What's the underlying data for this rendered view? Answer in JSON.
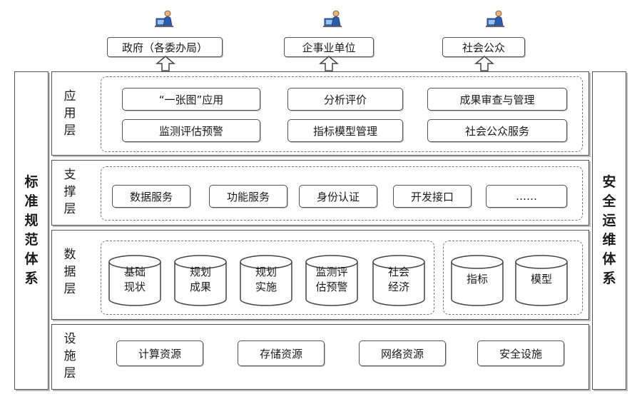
{
  "users": [
    {
      "label": "政府（各委办局）",
      "icon": "user-computer-icon"
    },
    {
      "label": "企事业单位",
      "icon": "user-computer-icon"
    },
    {
      "label": "社会公众",
      "icon": "user-computer-icon"
    }
  ],
  "left_column": {
    "label": "标准规范体系"
  },
  "right_column": {
    "label": "安全运维体系"
  },
  "layers": {
    "application": {
      "label": "应用层",
      "items": [
        "“一张图”应用",
        "分析评价",
        "成果审查与管理",
        "监测评估预警",
        "指标模型管理",
        "社会公众服务"
      ]
    },
    "support": {
      "label": "支撑层",
      "items": [
        "数据服务",
        "功能服务",
        "身份认证",
        "开发接口",
        "……"
      ]
    },
    "data": {
      "label": "数据层",
      "group1": [
        {
          "line1": "基础",
          "line2": "现状"
        },
        {
          "line1": "规划",
          "line2": "成果"
        },
        {
          "line1": "规划",
          "line2": "实施"
        },
        {
          "line1": "监测评",
          "line2": "估预警"
        },
        {
          "line1": "社会",
          "line2": "经济"
        }
      ],
      "group2": [
        {
          "line1": "指标",
          "line2": ""
        },
        {
          "line1": "模型",
          "line2": ""
        }
      ]
    },
    "infrastructure": {
      "label": "设施层",
      "items": [
        "计算资源",
        "存储资源",
        "网络资源",
        "安全设施"
      ]
    }
  },
  "colors": {
    "border": "#555555",
    "dashed": "#777777",
    "icon_blue": "#3a6fc4"
  }
}
